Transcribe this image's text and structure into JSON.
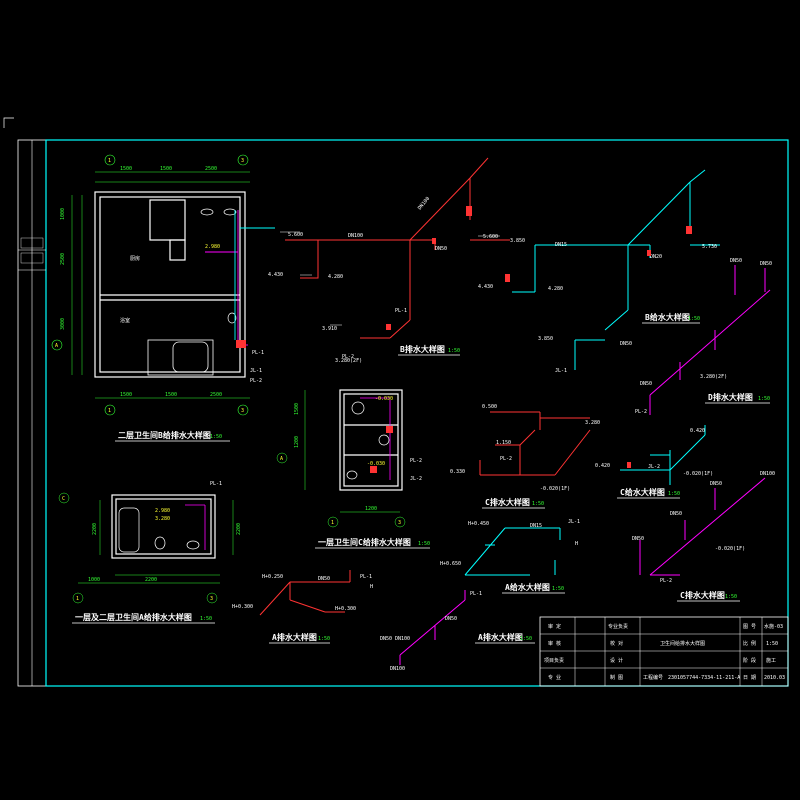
{
  "colors": {
    "background": "#000000",
    "frame": "#00ffff",
    "white": "#ffffff",
    "supply": "#ff00ff",
    "drain": "#ffffff",
    "dim": "#33ff33",
    "grid": "#ffff33",
    "fixture": "#ff3333"
  },
  "views": {
    "plan2_title": "二层卫生间B给排水大样图",
    "plan2_scale": "1:50",
    "plan1_title": "一层卫生间C给排水大样图",
    "plan1_scale": "1:50",
    "plan12_title": "一层及二层卫生间A给排水大样图",
    "plan12_scale": "1:50",
    "d_drain_title": "D排水大样图",
    "d_drain_scale": "1:50",
    "b_drain_title": "B排水大样图",
    "b_drain_scale": "1:50",
    "b_supply_title": "B给水大样图",
    "b_supply_scale": "1:50",
    "c_drain_title": "C排水大样图",
    "c_drain_scale": "1:50",
    "c_supply_title": "C给水大样图",
    "c_supply_scale": "1:50",
    "a_supply_title": "A给水大样图",
    "a_supply_scale": "1:50",
    "a_drain_title": "A排水大样图",
    "a_drain_scale": "1:50",
    "a_drain2_title": "A排水大样图",
    "a_drain2_scale": "1:50"
  },
  "labels": {
    "grid_1": "1",
    "grid_3": "3",
    "grid_a": "A",
    "grid_c": "C",
    "dim_1500": "1500",
    "dim_1000": "1000",
    "dim_2500": "2500",
    "dim_3000": "3000",
    "dim_1200": "1200",
    "dim_2200": "2200",
    "dn100": "DN100",
    "dn50": "DN50",
    "dn15": "DN15",
    "dn20": "DN20",
    "pl1": "PL-1",
    "pl2": "PL-2",
    "jl1": "JL-1",
    "jl2": "JL-2",
    "el_5600": "5.600",
    "el_4430": "4.430",
    "el_4280": "4.280",
    "el_3910": "3.910",
    "el_3280": "3.280(2F)",
    "el_5730": "5.730",
    "el_3850": "3.850",
    "el_0500": "0.500",
    "el_0330": "0.330",
    "el_0420": "0.420",
    "el_neg020": "-0.020(1F)",
    "el_1150": "1.150",
    "el_h0450": "H+0.450",
    "el_h0300": "H+0.300",
    "el_h0250": "H+0.250",
    "el_h0650": "H+0.650",
    "el_2980": "2.980",
    "el_3280b": "3.280",
    "el_neg030": "-0.030",
    "room_bath": "浴室",
    "room_kitchen": "厨房",
    "h": "H"
  },
  "title_block": {
    "drawing_name": "卫生间给排水大样图",
    "row1_left": "审 定",
    "row2_left": "审 核",
    "row3_left": "项目负责",
    "row4_left": "专 业",
    "col2_r1": "专业负责",
    "col2_r2": "校 对",
    "col2_r3": "设 计",
    "col2_r4": "制 图",
    "code": "2301057744-7334-11-211-A",
    "proj_no_label": "工程编号",
    "r_label1": "图 号",
    "r_val1": "水施-03",
    "r_label2": "比 例",
    "r_val2": "1:50",
    "r_label3": "阶 段",
    "r_val3": "施工",
    "r_label4": "日 期",
    "r_val4": "2010.03"
  }
}
